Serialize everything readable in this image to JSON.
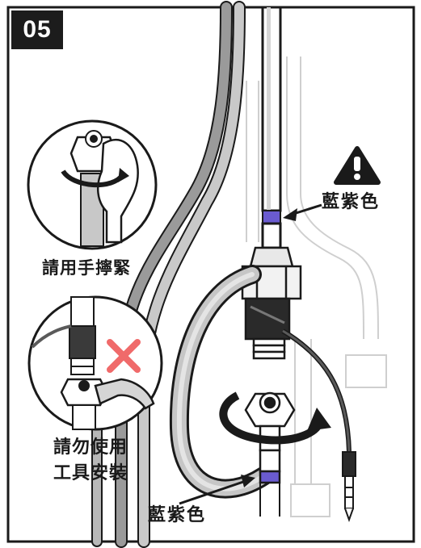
{
  "step": {
    "number": "05"
  },
  "labels": {
    "color_top": "藍紫色",
    "hand_tighten": "請用手擰緊",
    "no_tools_line1": "請勿使用",
    "no_tools_line2": "工具安裝",
    "color_bottom": "藍紫色"
  },
  "icons": [
    "warning-icon",
    "rotate-arrow-icon",
    "prohibited-x-icon",
    "wrench-icon",
    "hand-icon",
    "audio-jack-icon"
  ],
  "colors": {
    "accent_band": "#6a5bd0",
    "prohibit_x": "#f06a6a",
    "line_dark": "#1a1a1a",
    "hose_grey": "#9a9a9a"
  }
}
